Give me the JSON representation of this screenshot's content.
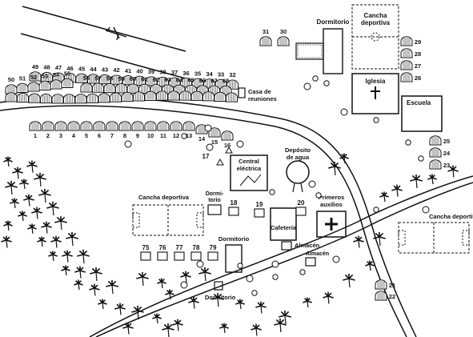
{
  "labels": {
    "dormitorio_top": "Dormitorio",
    "cancha_top_l1": "Cancha",
    "cancha_top_l2": "deportiva",
    "iglesia": "Iglesia",
    "casa_l1": "Casa de",
    "casa_l2": "reuniones",
    "escuela": "Escuela",
    "central_l1": "Central",
    "central_l2": "eléctrica",
    "deposito_l1": "Depósito",
    "deposito_l2": "de agua",
    "cancha_left": "Cancha deportiva",
    "dormitorio_small_l1": "Dormi-",
    "dormitorio_small_l2": "torio",
    "primeros_l1": "Primeros",
    "primeros_l2": "auxilios",
    "cafeteria": "Cafetería",
    "cancha_right": "Cancha deportiva",
    "dormitorio_mid": "Dormitorio",
    "almacen_1": "Almacén",
    "almacen_2": "Almacén",
    "dormitorio_bottom": "Dormitorio"
  },
  "houses": {
    "top_row": [
      "49",
      "48",
      "47",
      "46",
      "45",
      "44",
      "43",
      "42",
      "41",
      "40",
      "39",
      "38",
      "37",
      "36",
      "35",
      "34",
      "33",
      "32"
    ],
    "left_col_upper": [
      "50",
      "51",
      "52",
      "53",
      "54",
      "55"
    ],
    "middle_row": [
      "56",
      "57",
      "58",
      "59",
      "60",
      "61",
      "62",
      "63",
      "64",
      "65",
      "66",
      "67",
      "68"
    ],
    "bottom_row": [
      "1",
      "2",
      "3",
      "4",
      "5",
      "6",
      "7",
      "8",
      "9",
      "10",
      "11",
      "12",
      "13",
      "14",
      "15",
      "16"
    ],
    "near_dormitorio": [
      "31",
      "30"
    ],
    "right_col_top": [
      "29",
      "28",
      "27",
      "26"
    ],
    "right_col_mid": [
      "25",
      "24",
      "23"
    ],
    "center_row": [
      "18",
      "19",
      "20"
    ],
    "left_row": [
      "75",
      "76",
      "77",
      "78",
      "79"
    ],
    "bottom_right": [
      "21",
      "22"
    ]
  },
  "extra_numbers": {
    "n17": "17"
  }
}
